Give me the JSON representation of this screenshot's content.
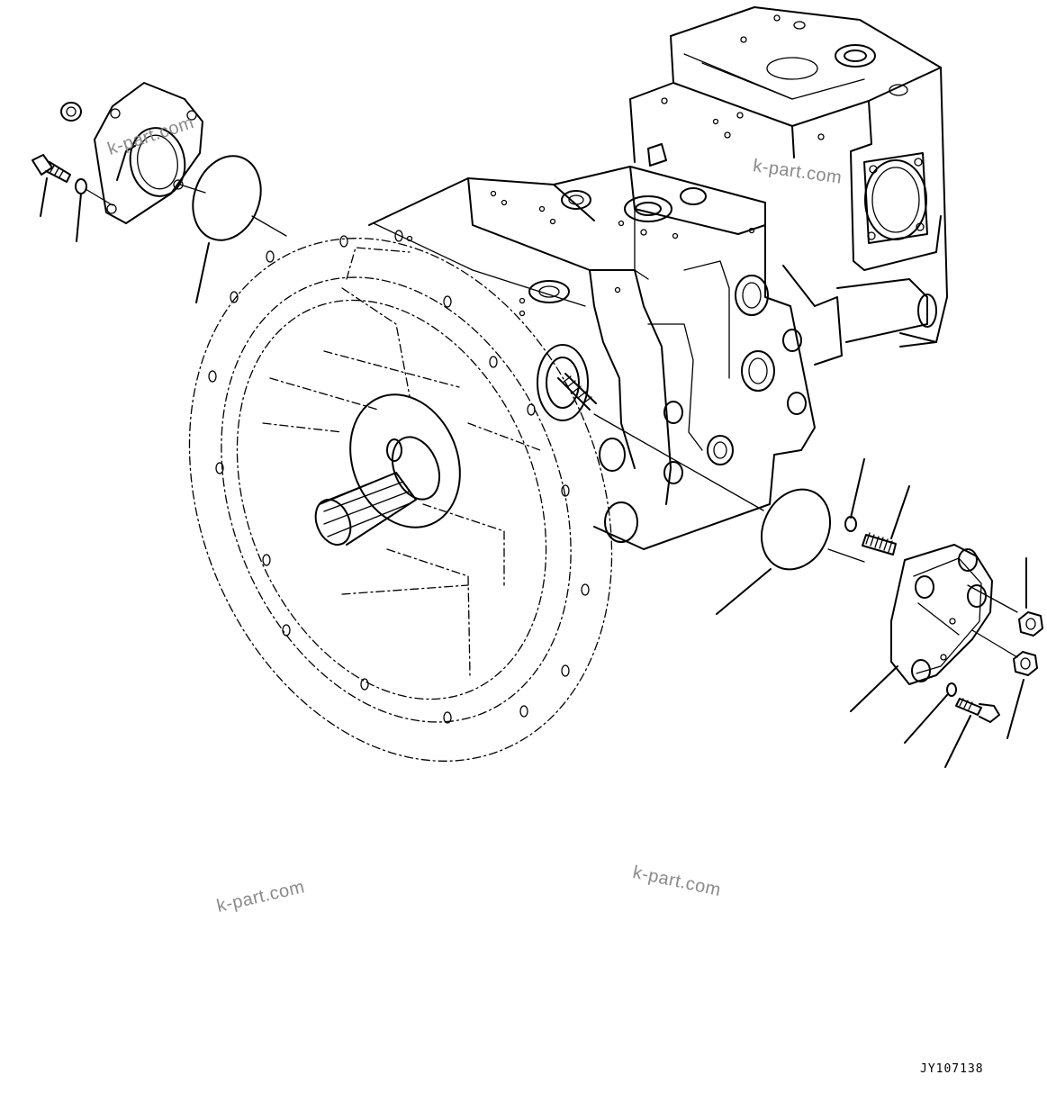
{
  "drawing": {
    "code": "JY107138",
    "watermarks": [
      "k-part.com",
      "k-part.com",
      "k-part.com",
      "k-part.com"
    ]
  }
}
